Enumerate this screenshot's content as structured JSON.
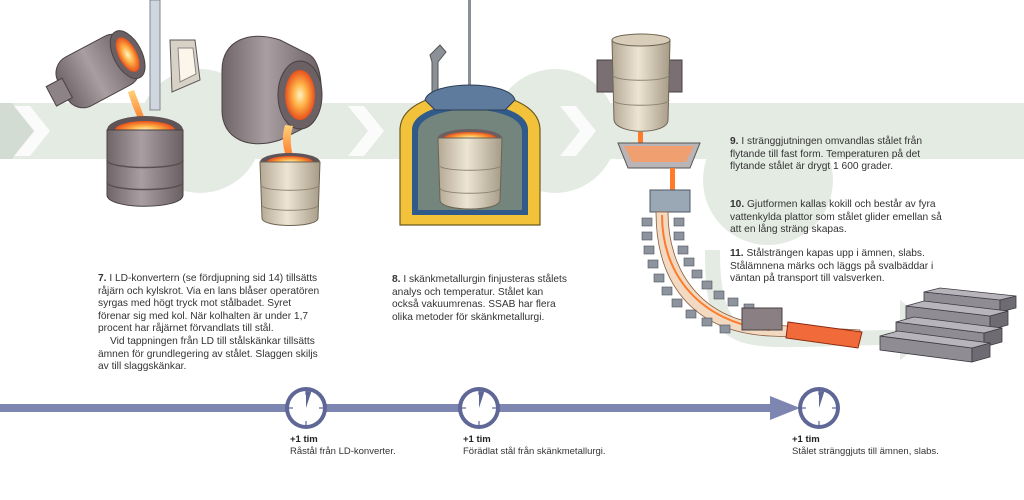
{
  "steps": [
    {
      "num": "7.",
      "text": " I LD-konvertern (se fördjupning sid 14) tillsätts råjärn och kylskrot. Via en lans blåser operatören syrgas med högt tryck mot stålbadet. Syret förenar sig med kol. När kolhalten är under 1,7 procent har råjärnet förvandlats till stål.",
      "text2": "Vid tappningen från LD till stålskänkar tillsätts ämnen för grundlegering av stålet. Slaggen skiljs av till slaggskänkar."
    },
    {
      "num": "8.",
      "text": " I skänkmetallurgin finjusteras stålets analys och temperatur. Stålet kan också vakuumrenas. SSAB har flera olika metoder för skänkmetallurgi."
    },
    {
      "num": "9.",
      "text": " I stränggjutningen omvandlas stålet från flytande till fast form. Temperaturen på det flytande stålet är drygt 1 600 grader."
    },
    {
      "num": "10.",
      "text": " Gjutformen kallas kokill och består av fyra vattenkylda plattor som stålet glider emellan så att en lång sträng skapas."
    },
    {
      "num": "11.",
      "text": " Stålsträngen kapas upp i ämnen, slabs. Stålämnena märks och läggs på svalbäddar i väntan på transport till valsverken."
    }
  ],
  "timeline": [
    {
      "time": "+1 tim",
      "label": "Råstål från LD-konverter."
    },
    {
      "time": "+1 tim",
      "label": "Förädlat stål från skänkmetallurgi."
    },
    {
      "time": "+1 tim",
      "label": "Stålet stränggjuts till ämnen, slabs."
    }
  ],
  "colors": {
    "timeline": "#7d86b0",
    "arrow_band": "#e4ebe3",
    "steel_gray": "#8a7f82",
    "molten": "#ff7a2a",
    "vessel_yellow": "#f2c23a"
  },
  "icons": [
    "clock-icon",
    "arrow-right-icon"
  ]
}
